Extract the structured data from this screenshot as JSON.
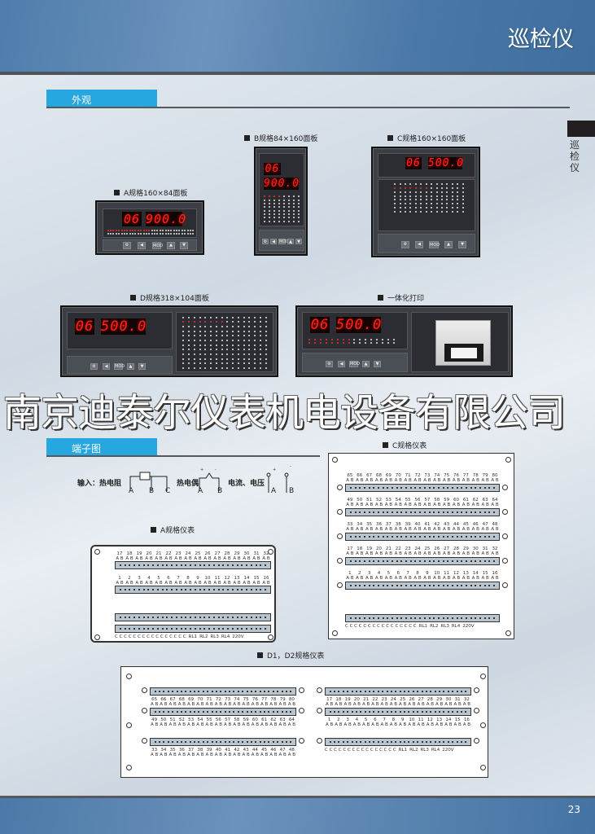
{
  "header": {
    "title": "巡检仪"
  },
  "side_tab": {
    "text": "巡检仪"
  },
  "sections": {
    "appearance": "外观",
    "terminals": "端子图"
  },
  "panels": [
    {
      "id": "A",
      "caption": "A规格160×84面板",
      "channel": "06",
      "value": "900.0",
      "mod_label": "MOD"
    },
    {
      "id": "B",
      "caption": "B规格84×160面板",
      "channel": "06",
      "value": "900.0",
      "mod_label": "MOD"
    },
    {
      "id": "C",
      "caption": "C规格160×160面板",
      "channel": "06",
      "value": "500.0",
      "mod_label": "MOD"
    },
    {
      "id": "D",
      "caption": "D规格318×104面板",
      "channel": "06",
      "value": "500.0",
      "mod_label": "MOD"
    },
    {
      "id": "P",
      "caption": "一体化打印",
      "channel": "06",
      "value": "500.0",
      "mod_label": "MOD"
    }
  ],
  "watermark": "南京迪泰尔仪表机电设备有限公司",
  "input_diagram": {
    "label": "输入：热电阻",
    "rtd_terms": [
      "A",
      "B",
      "C"
    ],
    "tc_label": "热电偶",
    "tc_terms": [
      "A",
      "B"
    ],
    "tc_signs": [
      "+",
      "-"
    ],
    "iv_label": "电流、电压",
    "iv_terms": [
      "A",
      "B"
    ],
    "iv_signs": [
      "+",
      "-"
    ]
  },
  "terminal_boards": [
    {
      "id": "C",
      "caption": "C规格仪表",
      "rows": [
        [
          65,
          80
        ],
        [
          49,
          64
        ],
        [
          33,
          48
        ],
        [
          17,
          32
        ],
        [
          1,
          16
        ]
      ]
    },
    {
      "id": "A",
      "caption": "A规格仪表",
      "rows": [
        [
          17,
          32
        ],
        [
          1,
          16
        ]
      ]
    },
    {
      "id": "D",
      "caption": "D1，D2规格仪表",
      "left_rows": [
        [
          65,
          80
        ],
        [
          49,
          64
        ],
        [
          33,
          48
        ]
      ],
      "right_rows": [
        [
          17,
          32
        ],
        [
          1,
          16
        ]
      ]
    }
  ],
  "terminal_letters": [
    "A",
    "B"
  ],
  "relay_labels": [
    "RL1",
    "RL2",
    "RL3",
    "RL4"
  ],
  "power_label": "220V",
  "footer": {
    "page_number": "23"
  },
  "colors": {
    "header_blue": "#4f7dab",
    "section_blue": "#27a7df",
    "led_red": "#ff2418"
  }
}
